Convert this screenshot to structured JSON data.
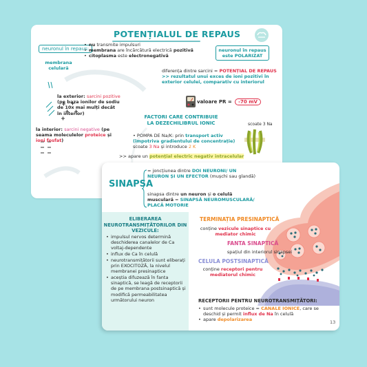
{
  "top": {
    "title": "POTENȚIALUL DE REPAUS",
    "rest_label": "neuronul în repaus:",
    "rest_items": [
      [
        "nu",
        " transmite impulsuri"
      ],
      [
        "membrana",
        " are încărcătură electrică ",
        "pozitivă"
      ],
      [
        "citoplasma",
        " este ",
        "electronegativă"
      ]
    ],
    "polar_badge": [
      "neuronul în repaus",
      "este POLARIZAT"
    ],
    "membrane_label": "membrana celulară",
    "diff": {
      "prefix": "diferența dintre sarcini = ",
      "key": "POTENȚIAL DE REPAUS",
      "arrow": ">> ",
      "explain": "rezultatul unui exces de ioni pozitivi în exterior celulei, comparativ cu interiorul"
    },
    "exterior": {
      "label": "la exterior: ",
      "text1": "sarcini pozitive",
      "text2": " (pe baza ionilor de sodiu de 10x mai mulți decât în interior)"
    },
    "valoare": {
      "label": "valoare PR = ",
      "value": "-70 mV"
    },
    "factori_title": "FACTORI CARE CONTRIBUIE LA DEZECHILIBRUL IONIC",
    "scoate_na": "scoate 3 Na",
    "interior": {
      "label": "la interior: ",
      "text1": "sarcini negative",
      "text2": " (pe seama moleculelor ",
      "text3": "proteice",
      "text4": " și ",
      "text5": "ioni fosfat",
      "text6": ")"
    },
    "pompa": {
      "bullet": "POMPA DE Na/K: prin ",
      "key": "transport activ",
      "paren": "(împotriva gradientului de concentrație)",
      "line3a": "scoate ",
      "na": "3 Na",
      "line3b": " și introduce ",
      "k": "2 K"
    },
    "apare": {
      "prefix": ">> apare un ",
      "key": "potențial electric negativ intracelular"
    }
  },
  "bottom": {
    "title": "SINAPSA",
    "def1": {
      "prefix": "= joncțiunea dintre ",
      "key": "DOI NEURONI/ UN NEURON ȘI UN EFECTOR",
      "suffix": " (mușchi sau glandă)"
    },
    "def2": {
      "a": "sinapsa dintre ",
      "b": "un neuron",
      "c": " și ",
      "d": "o celulă musculară",
      "e": " = ",
      "f": "SINAPSĂ NEUROMUSCULARĂ/ PLACĂ MOTORIE"
    },
    "elib_title": "ELIBERAREA NEUROTRANSMIȚĂTORILOR DIN VEZICULE:",
    "elib_items": [
      "impulsul nervos determină deschiderea canalelor de Ca voltaj-dependente",
      "influx de Ca în celulă",
      "neurotransmițătorii sunt eliberați prin EXOCITOZĂ, la nivelul membranei presinaptice",
      "aceștia difuzează în fanta sinaptică, se leagă de receptorii de pe membrana postsinaptică și modifică permeabilitatea următorului neuron"
    ],
    "term_pre": "TERMINAȚIA PRESINAPTICĂ",
    "term_pre_desc": {
      "a": "conține ",
      "b": "vezicule sinaptice cu mediator chimic"
    },
    "fanta": "FANTA SINAPTICĂ",
    "fanta_desc": "spațiul din interiorul sinapsei",
    "celula_post": "CELULA POSTSINAPTICĂ",
    "celula_post_desc": {
      "a": "conține ",
      "b": "receptori pentru mediatorul chimic"
    },
    "receptori_title": "RECEPTORII PENTRU NEUROTRANSMIȚĂTORI:",
    "receptori_items": [
      {
        "a": "sunt molecule proteice = ",
        "b": "CANALE IONICE",
        "c": ", care se deschid și permit ",
        "d": "influx de Na",
        "e": " în celulă"
      },
      {
        "a": "apare ",
        "b": "depolarizarea"
      }
    ],
    "page_number": "13"
  },
  "colors": {
    "background": "#a7e3e6",
    "teal": "#1a9aa0",
    "red": "#e0304a",
    "orange": "#f08a24",
    "pink": "#d94a8c",
    "olive": "#8ca52a"
  }
}
